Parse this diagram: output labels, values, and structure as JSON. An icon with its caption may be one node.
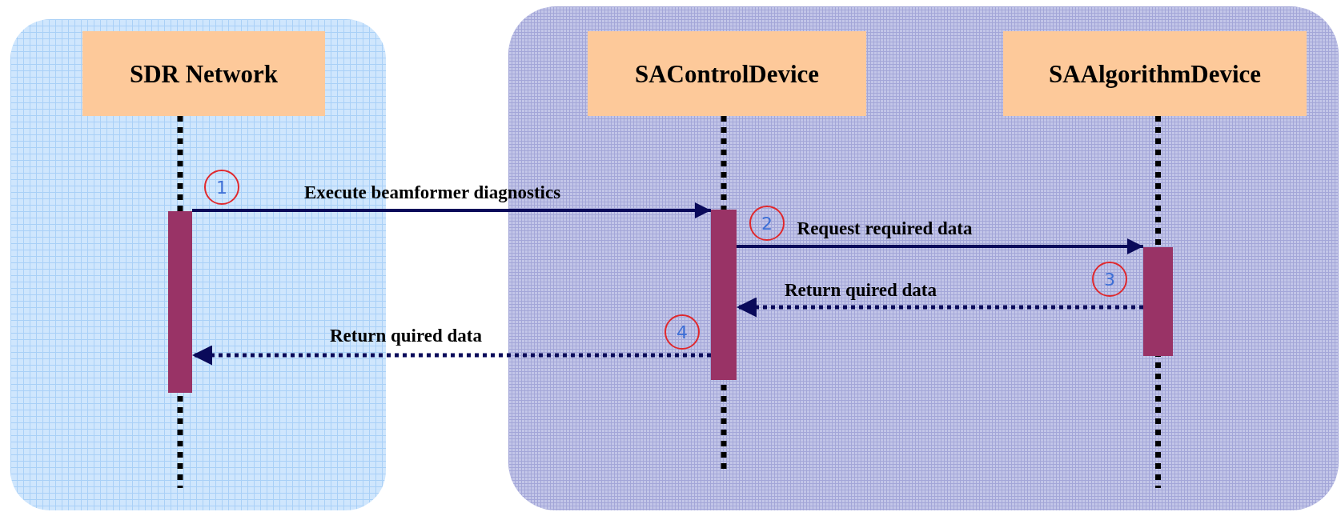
{
  "diagram": {
    "nodes": [
      {
        "text": [],
        "shape": "box"
      },
      {
        "text": [
          "SDR Network"
        ],
        "in": 0
      },
      {
        "text": [],
        "shape": "bar",
        "in": 0
      },
      {
        "text": [
          "1"
        ],
        "in": 0
      },
      {
        "text": [],
        "shape": "box"
      },
      {
        "text": [
          "SAControlDevice"
        ],
        "in": 4
      },
      {
        "text": [
          "SAAlgorithmDevice"
        ],
        "in": 4
      },
      {
        "text": [],
        "shape": "bar",
        "in": 4
      },
      {
        "text": [
          "2"
        ],
        "in": 4
      },
      {
        "text": [],
        "shape": "bar",
        "in": 4
      },
      {
        "text": [
          "3"
        ],
        "in": 4
      },
      {
        "text": [
          "4"
        ],
        "in": 4
      }
    ],
    "edges": [
      {
        "from": 2,
        "to": 7,
        "arrow": "to",
        "label": "Execute beamformer diagnostics"
      },
      {
        "from": 7,
        "to": 9,
        "arrow": "to",
        "label": "Request required data"
      },
      {
        "from": 9,
        "to": 7,
        "arrow": "to",
        "label": "Return quired data",
        "style": "dashed"
      },
      {
        "from": 7,
        "to": 2,
        "arrow": "to",
        "label": "Return quired data",
        "style": "dashed"
      }
    ]
  }
}
